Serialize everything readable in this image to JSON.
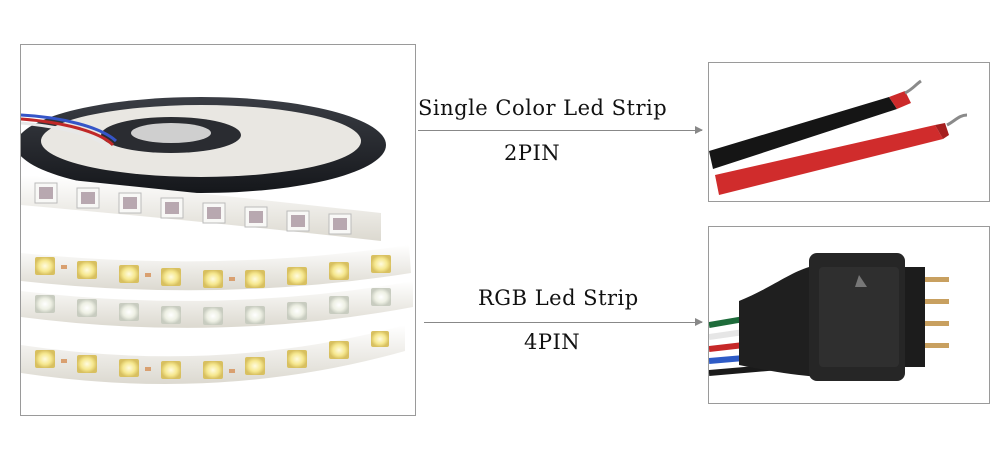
{
  "single": {
    "title": "Single Color Led Strip",
    "pins": "2PIN"
  },
  "rgb": {
    "title": "RGB Led Strip",
    "pins": "4PIN"
  },
  "colors": {
    "arrow": "#888888",
    "frame": "#9a9a9a",
    "wire_red": "#d42a2a",
    "wire_black": "#151515",
    "connector": "#222222",
    "pin": "#c8a060",
    "led_warm": "#f5e38a",
    "strip": "#f2f0ea"
  }
}
